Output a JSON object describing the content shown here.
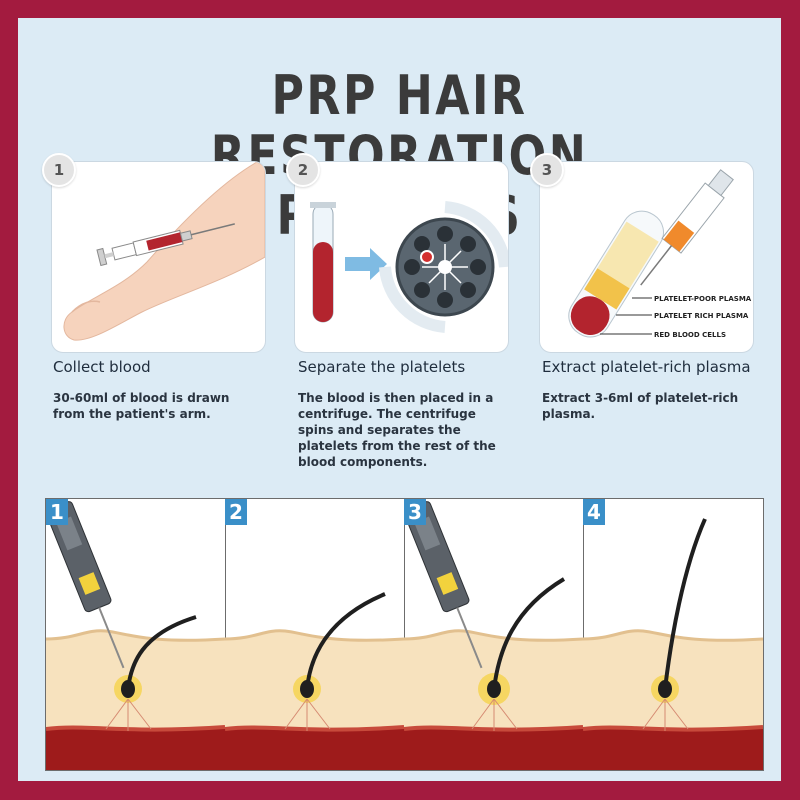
{
  "title": "PRP HAIR RESTORATION PROCESS",
  "steps": [
    {
      "number": "1",
      "title": "Collect blood",
      "description": "30-60ml of blood is drawn from the patient's arm."
    },
    {
      "number": "2",
      "title": "Separate the platelets",
      "description": "The blood is then placed in a centrifuge. The centrifuge spins and separates the platelets from the rest of the blood components."
    },
    {
      "number": "3",
      "title": "Extract platelet-rich plasma",
      "description": "Extract 3-6ml of platelet-rich plasma."
    }
  ],
  "tube_labels": {
    "poor": "PLATELET-POOR PLASMA",
    "rich": "PLATELET RICH PLASMA",
    "red": "RED BLOOD CELLS"
  },
  "panels": [
    {
      "number": "1"
    },
    {
      "number": "2"
    },
    {
      "number": "3"
    },
    {
      "number": "4"
    }
  ],
  "colors": {
    "border": "#a31b3f",
    "background": "#dcebf5",
    "blood": "#b3242e",
    "plasma": "#f2c24a",
    "badge_blue": "#3a8fc8"
  }
}
